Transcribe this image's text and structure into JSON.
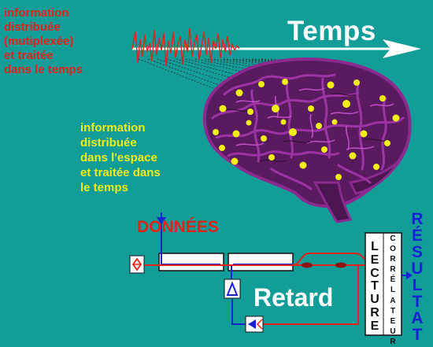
{
  "red_text": "information\ndistribuée\n(mutiplexée)\net traitée\ndans le temps",
  "yellow_text": "information\ndistribuée\ndans l'espace\net traitée dans\nle temps",
  "temps_label": "Temps",
  "donnees_label": "DONNÉES",
  "retard_label": "Retard",
  "resultat_label": "RÉSULTAT",
  "lecture_label": "LECTURE",
  "correlateur_label": "CORRÉLATEUR",
  "colors": {
    "background": "#129d98",
    "red_text": "#e32219",
    "yellow_text": "#f0ee16",
    "brain": "#8a2a8e",
    "brain_dark": "#4a1550",
    "blue": "#1a22d6"
  }
}
